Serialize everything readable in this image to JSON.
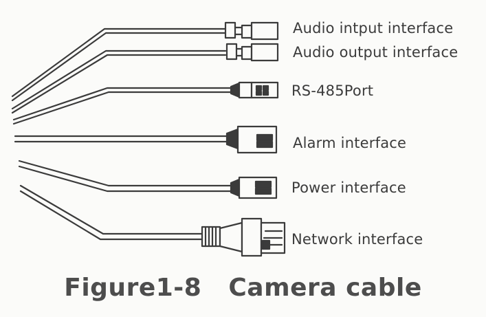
{
  "labels": {
    "audio_input": "Audio intput interface",
    "audio_output": "Audio output interface",
    "rs485": "RS-485Port",
    "alarm": "Alarm interface",
    "power": "Power interface",
    "network": "Network interface"
  },
  "caption": "Figure1-8   Camera cable",
  "colors": {
    "ink": "#3b3b3b",
    "background": "#fbfbf9"
  }
}
